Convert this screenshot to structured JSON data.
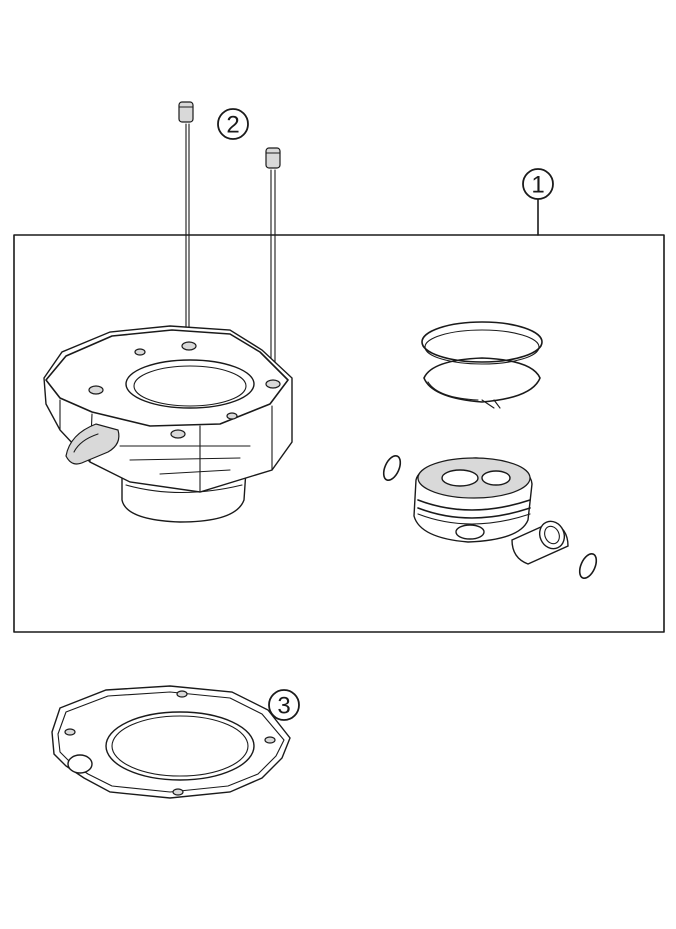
{
  "callouts": {
    "kit": "1",
    "screws": "2",
    "gasket": "3"
  },
  "colors": {
    "ink": "#1a1a1a",
    "shade": "#d9d9d9",
    "background": "#ffffff"
  }
}
